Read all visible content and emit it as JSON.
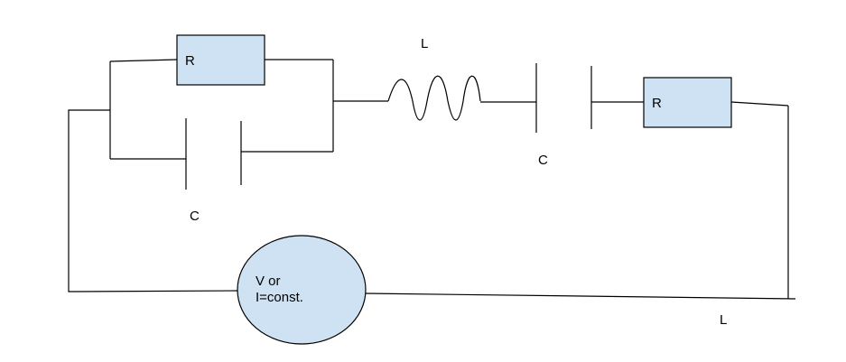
{
  "components": {
    "resistor_left": {
      "label": "R"
    },
    "resistor_right": {
      "label": "R"
    },
    "capacitor_left": {
      "label": "C"
    },
    "capacitor_right": {
      "label": "C"
    },
    "inductor_top": {
      "label": "L"
    },
    "inductor_bottom_right": {
      "label": "L"
    },
    "source": {
      "line1": "V or",
      "line2": "I=const."
    }
  },
  "colors": {
    "component_fill": "#cfe2f3",
    "wire": "#000000"
  }
}
